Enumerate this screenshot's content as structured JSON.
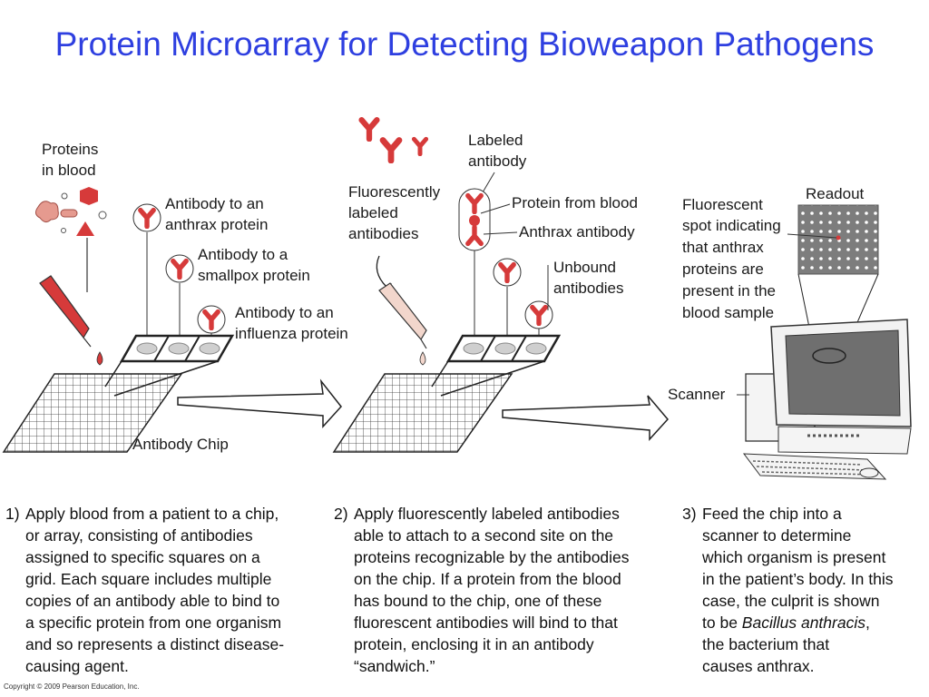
{
  "title": "Protein Microarray for Detecting Bioweapon Pathogens",
  "panel1": {
    "proteins_label": [
      "Proteins",
      "in blood"
    ],
    "antibody_anthrax": [
      "Antibody to an",
      "anthrax protein"
    ],
    "antibody_smallpox": [
      "Antibody to a",
      "smallpox protein"
    ],
    "antibody_influenza": [
      "Antibody to an",
      "influenza protein"
    ],
    "chip_label": "Antibody Chip"
  },
  "panel2": {
    "fluorescent_label": [
      "Fluorescently",
      "labeled",
      "antibodies"
    ],
    "labeled_antibody": [
      "Labeled",
      "antibody"
    ],
    "protein_from_blood": "Protein from blood",
    "anthrax_antibody": "Anthrax antibody",
    "unbound": [
      "Unbound",
      "antibodies"
    ]
  },
  "panel3": {
    "readout": "Readout",
    "fluorescent_spot": [
      "Fluorescent",
      "spot indicating",
      "that anthrax",
      "proteins are",
      "present in the",
      "blood sample"
    ],
    "scanner": "Scanner"
  },
  "captions": [
    {
      "num": "1)",
      "text": "Apply blood from a patient to a chip,\nor array, consisting of antibodies\nassigned to specific squares on a\ngrid. Each square includes multiple\ncopies of an antibody able to bind to\na specific protein from one organism\nand so represents a distinct disease-\ncausing agent."
    },
    {
      "num": "2)",
      "text": "Apply fluorescently labeled antibodies\nable to attach to a second site on the\nproteins recognizable by the antibodies\non the chip. If a protein from the blood\nhas bound to the chip, one of these\nfluorescent antibodies will bind to that\nprotein, enclosing it in an antibody\n“sandwich.”"
    },
    {
      "num": "3)",
      "text_before": "Feed the chip into a\nscanner to determine\nwhich organism is present\nin the patient’s body. In this\ncase, the culprit is shown\nto be ",
      "italic": "Bacillus anthracis",
      "text_after": ",\nthe bacterium that\ncauses anthrax."
    }
  ],
  "copyright": "Copyright © 2009 Pearson Education, Inc.",
  "colors": {
    "title": "#2e3fe0",
    "red": "#d63a3a",
    "gray": "#cfcfcf"
  }
}
